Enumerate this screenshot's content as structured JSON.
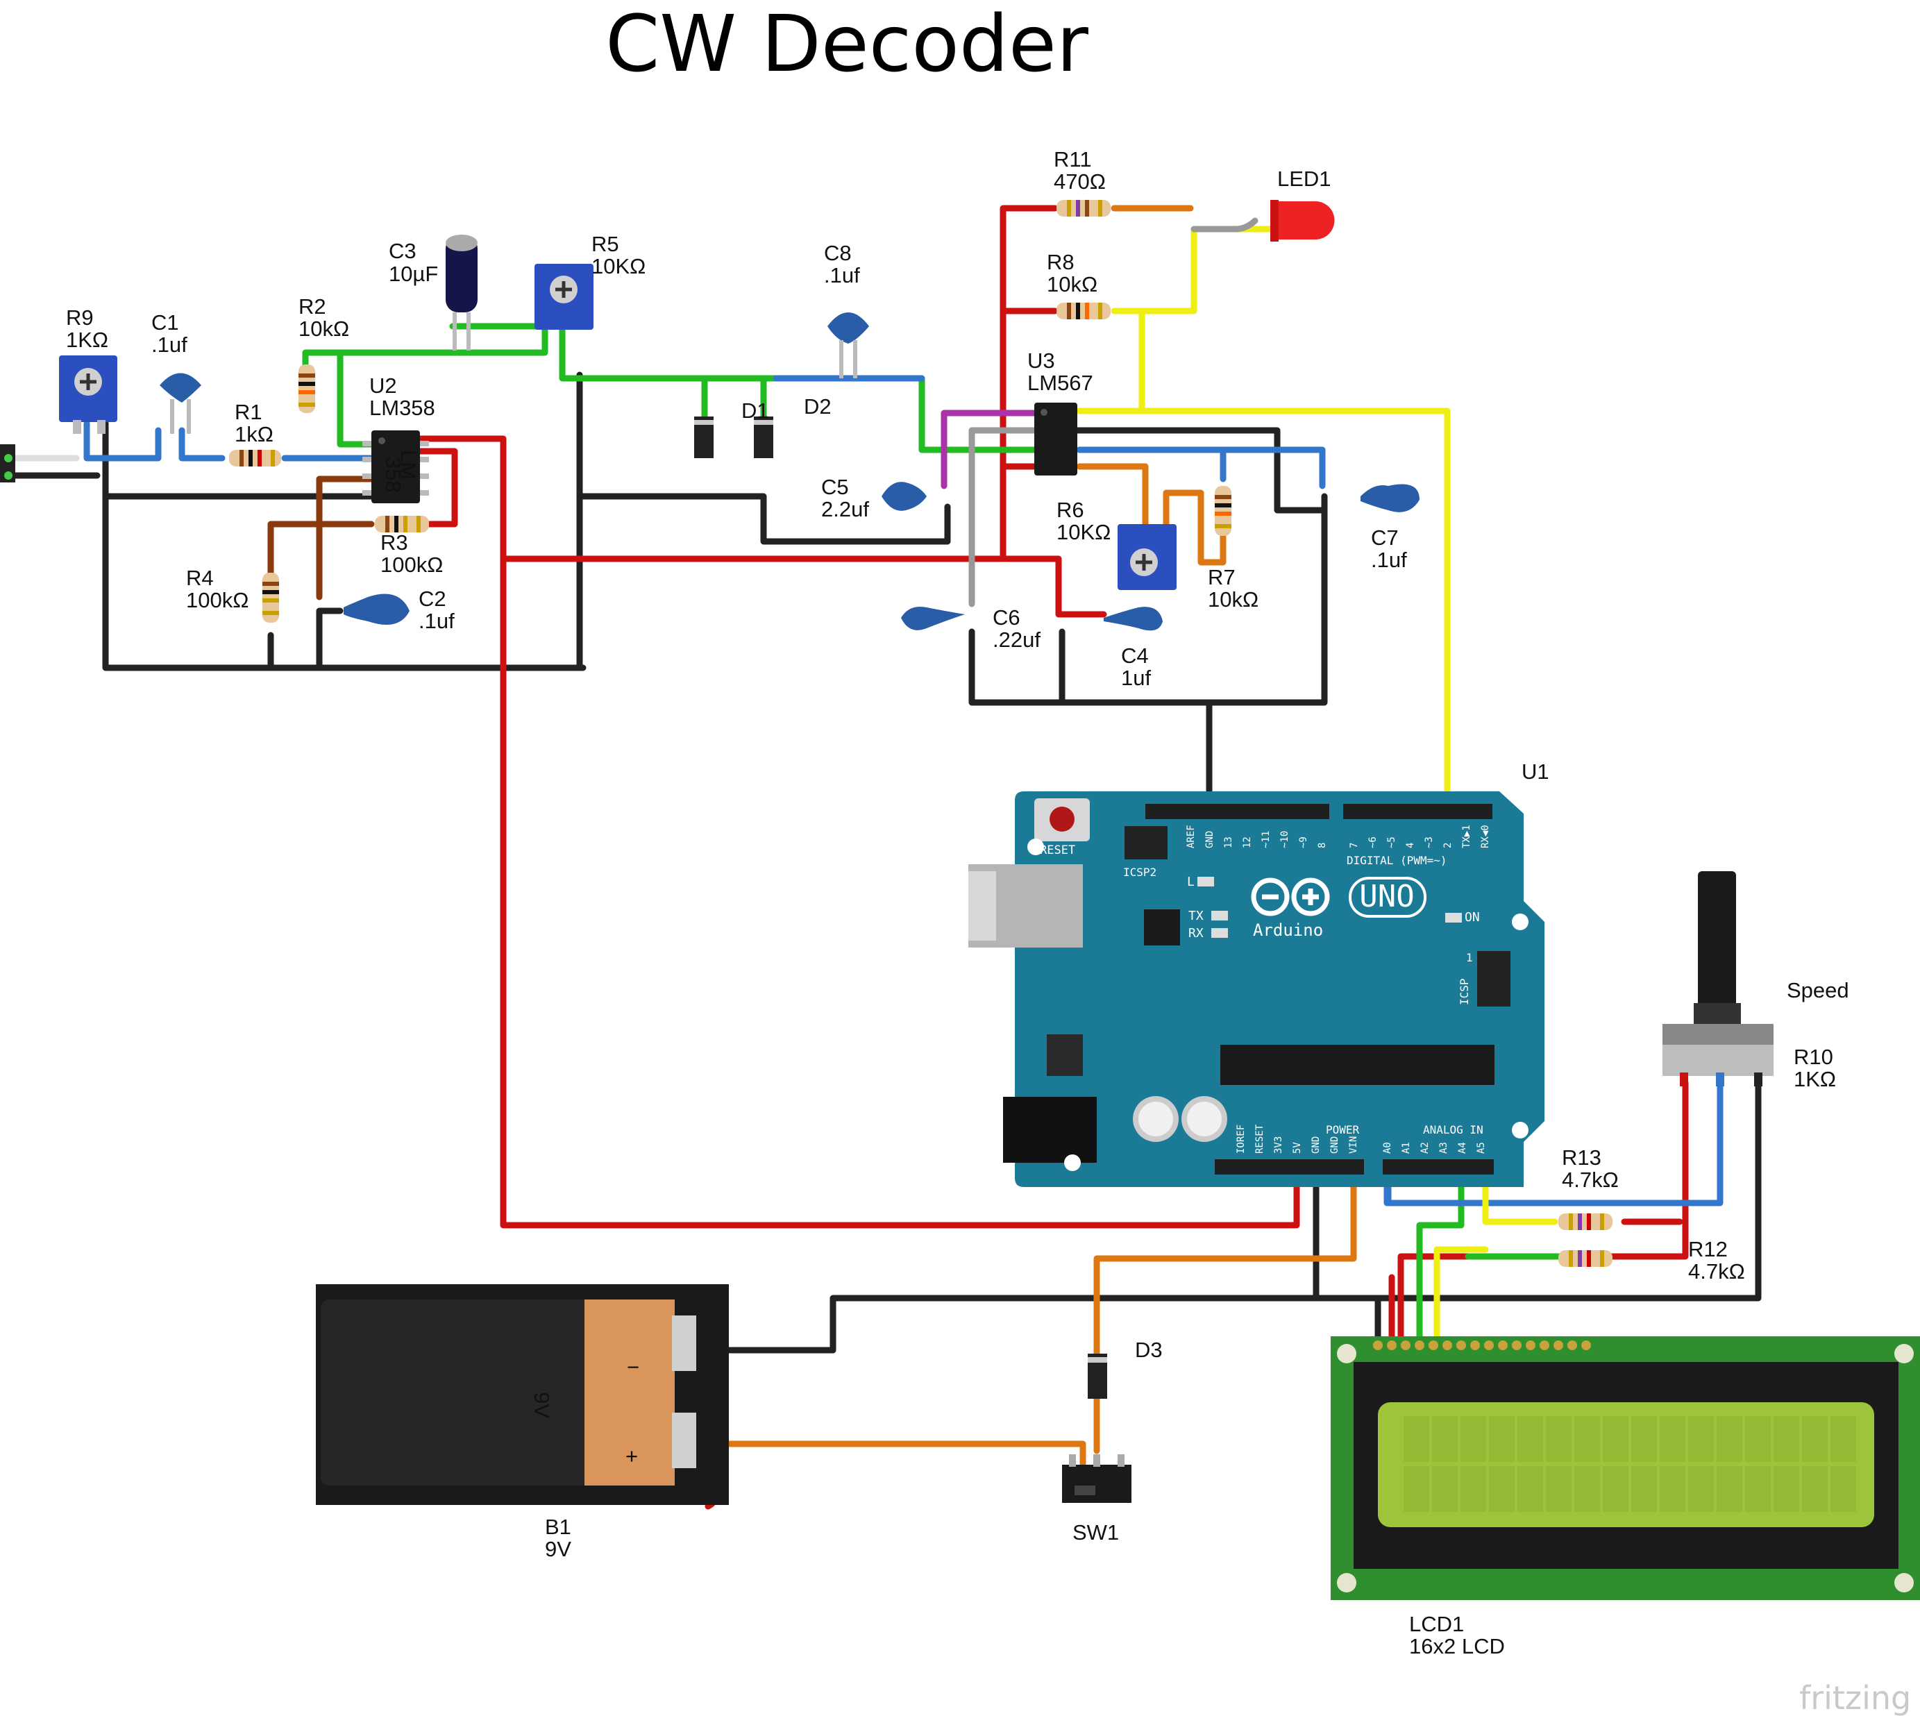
{
  "title": "CW Decoder",
  "watermark": "fritzing",
  "colors": {
    "wire_red": "#cc1111",
    "wire_black": "#222222",
    "wire_green": "#22bb22",
    "wire_blue": "#3377cc",
    "wire_yellow": "#eeee11",
    "wire_orange": "#dd7711",
    "wire_brown": "#8b3a0e",
    "wire_purple": "#aa33aa",
    "wire_gray": "#999999",
    "arduino_board": "#1b7a96",
    "lcd_pcb": "#2f8f2f",
    "lcd_screen": "#9dc43a",
    "battery_label": "#d9955a",
    "cap_blue": "#2a5da8",
    "trimmer_blue": "#2b4fbf"
  },
  "components": {
    "r9": {
      "ref": "R9",
      "value": "1KΩ"
    },
    "c1": {
      "ref": "C1",
      "value": ".1uf"
    },
    "r1": {
      "ref": "R1",
      "value": "1kΩ"
    },
    "r2": {
      "ref": "R2",
      "value": "10kΩ"
    },
    "c3": {
      "ref": "C3",
      "value": "10µF"
    },
    "u2": {
      "ref": "U2",
      "value": "LM358",
      "chip_text_1": "LM",
      "chip_text_2": "358"
    },
    "r3": {
      "ref": "R3",
      "value": "100kΩ"
    },
    "r4": {
      "ref": "R4",
      "value": "100kΩ"
    },
    "c2": {
      "ref": "C2",
      "value": ".1uf"
    },
    "r5": {
      "ref": "R5",
      "value": "10KΩ"
    },
    "c8": {
      "ref": "C8",
      "value": ".1uf"
    },
    "d1": {
      "ref": "D1"
    },
    "d2": {
      "ref": "D2"
    },
    "c5": {
      "ref": "C5",
      "value": "2.2uf"
    },
    "r11": {
      "ref": "R11",
      "value": "470Ω"
    },
    "led1": {
      "ref": "LED1"
    },
    "r8": {
      "ref": "R8",
      "value": "10kΩ"
    },
    "u3": {
      "ref": "U3",
      "value": "LM567"
    },
    "r6": {
      "ref": "R6",
      "value": "10KΩ"
    },
    "r7": {
      "ref": "R7",
      "value": "10kΩ"
    },
    "c7": {
      "ref": "C7",
      "value": ".1uf"
    },
    "c6": {
      "ref": "C6",
      "value": ".22uf"
    },
    "c4": {
      "ref": "C4",
      "value": "1uf"
    },
    "u1": {
      "ref": "U1"
    },
    "speed_label": "Speed",
    "r10": {
      "ref": "R10",
      "value": "1KΩ"
    },
    "r13": {
      "ref": "R13",
      "value": "4.7kΩ"
    },
    "r12": {
      "ref": "R12",
      "value": "4.7kΩ"
    },
    "d3": {
      "ref": "D3"
    },
    "b1": {
      "ref": "B1",
      "value": "9V",
      "case_text": "9V",
      "minus": "−",
      "plus": "+"
    },
    "sw1": {
      "ref": "SW1"
    },
    "lcd1": {
      "ref": "LCD1",
      "value": "16x2 LCD"
    }
  },
  "arduino": {
    "reset_label": "RESET",
    "icsp2_label": "ICSP2",
    "icsp_label": "ICSP",
    "uno_label": "UNO",
    "brand_label": "Arduino",
    "digital_label": "DIGITAL (PWM=~)",
    "power_label": "POWER",
    "analog_label": "ANALOG IN",
    "on_label": "ON",
    "l_label": "L",
    "tx_label": "TX",
    "rx_label": "RX",
    "icsp_pin1": "1",
    "top_pins_left": [
      "AREF",
      "GND",
      "13",
      "12",
      "~11",
      "~10",
      "~9",
      "8"
    ],
    "top_pins_right": [
      "7",
      "~6",
      "~5",
      "4",
      "~3",
      "2",
      "TX▶1",
      "RX◀0"
    ],
    "power_pins": [
      "IOREF",
      "RESET",
      "3V3",
      "5V",
      "GND",
      "GND",
      "VIN"
    ],
    "analog_pins": [
      "A0",
      "A1",
      "A2",
      "A3",
      "A4",
      "A5"
    ]
  }
}
